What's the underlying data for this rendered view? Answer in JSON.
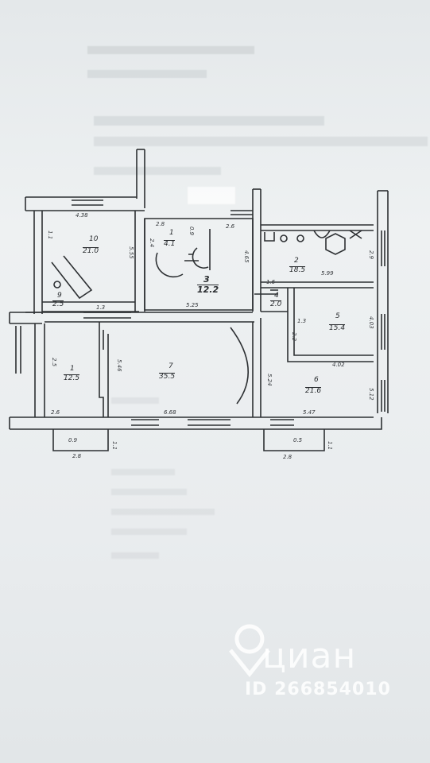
{
  "plan": {
    "rooms": [
      {
        "id": "r10",
        "num": "10",
        "area": "21.0"
      },
      {
        "id": "r9",
        "num": "9",
        "area": "2.5"
      },
      {
        "id": "r1top",
        "num": "1",
        "area": "4.1"
      },
      {
        "id": "r3",
        "num": "3",
        "area": "12.2"
      },
      {
        "id": "r2",
        "num": "2",
        "area": "18.5"
      },
      {
        "id": "r4",
        "num": "4",
        "area": "2.0"
      },
      {
        "id": "r5",
        "num": "5",
        "area": "15.4"
      },
      {
        "id": "r1left",
        "num": "1",
        "area": "12.5"
      },
      {
        "id": "r7",
        "num": "7",
        "area": "35.5"
      },
      {
        "id": "r6",
        "num": "6",
        "area": "21.6"
      }
    ],
    "dims": {
      "d438": "4.38",
      "d55": "5.55",
      "d5c": "5.25",
      "d28": "2.8",
      "d26a": "2.6",
      "d465": "4.65",
      "d599": "5.99",
      "d16": "1.6",
      "d13": "1.3",
      "d402": "4.02",
      "d26": "2.6",
      "d546": "5.46",
      "d668": "6.68",
      "d547": "5.47",
      "d524": "5.24",
      "d512": "5.12",
      "d09": "0.9",
      "d05": "0.5",
      "d28b": "2.8",
      "d28c": "2.8",
      "d11a": "1.1",
      "d11b": "1.1",
      "d25": "2.5",
      "d403": "4.03",
      "d24": "2.4",
      "d09b": "0.9",
      "d29": "2.9",
      "d11": "1.1",
      "d22": "2.2",
      "d13b": "1.3"
    }
  },
  "watermark": {
    "brand": "циан",
    "id": "ID 266854010"
  }
}
